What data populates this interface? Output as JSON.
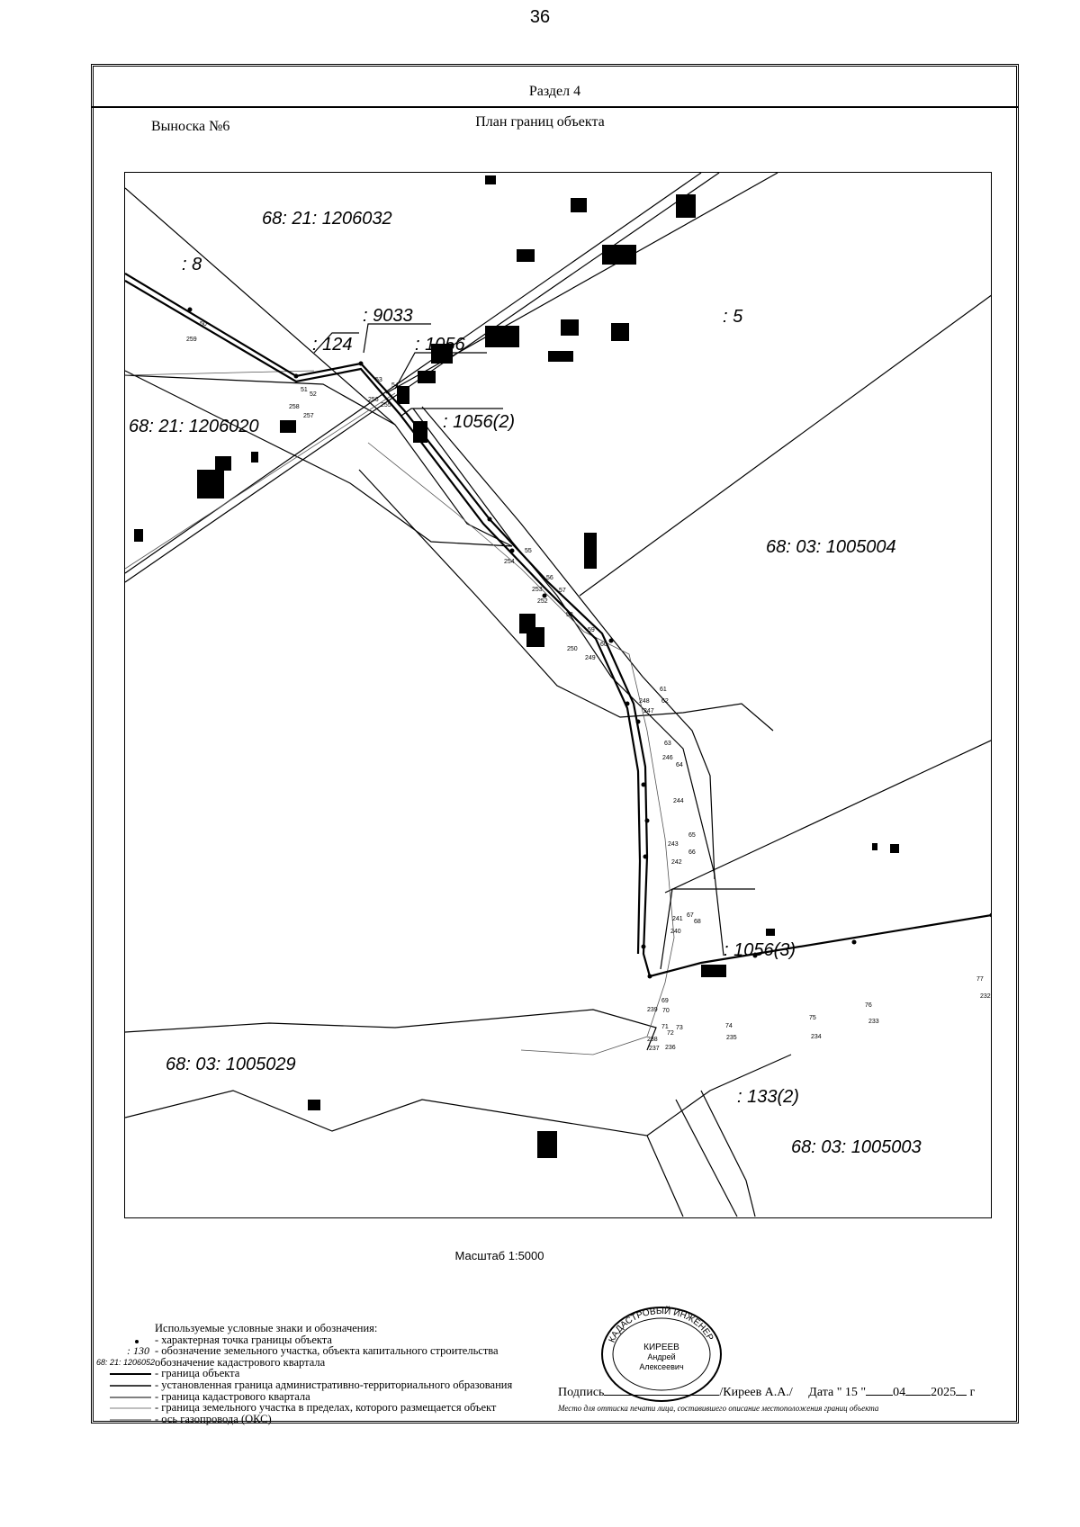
{
  "page_number": "36",
  "section_title": "Раздел 4",
  "callout_label": "Выноска №6",
  "plan_title": "План границ объекта",
  "map": {
    "parcel_labels": [
      {
        "text": "68: 21: 1206032"
      },
      {
        "text": ": 8"
      },
      {
        "text": ": 9033"
      },
      {
        "text": ": 124"
      },
      {
        "text": ": 1056"
      },
      {
        "text": ": 5"
      },
      {
        "text": ": 1056(2)"
      },
      {
        "text": "68: 21: 1206020"
      },
      {
        "text": "68: 03: 1005004"
      },
      {
        "text": ": 1056(3)"
      },
      {
        "text": "68: 03: 1005029"
      },
      {
        "text": ": 133(2)"
      },
      {
        "text": "68: 03: 1005003"
      }
    ],
    "point_labels": [
      "50",
      "259",
      "51",
      "52",
      "258",
      "257",
      "53",
      "54",
      "256",
      "255",
      "55",
      "254",
      "56",
      "253",
      "57",
      "252",
      "58",
      "59",
      "250",
      "60",
      "249",
      "61",
      "248",
      "62",
      "247",
      "63",
      "246",
      "64",
      "244",
      "65",
      "243",
      "66",
      "242",
      "67",
      "241",
      "68",
      "240",
      "69",
      "239",
      "70",
      "71",
      "72",
      "73",
      "74",
      "238",
      "237",
      "236",
      "235",
      "75",
      "234",
      "76",
      "233",
      "77",
      "232"
    ]
  },
  "scale_text": "Масштаб 1:5000",
  "legend": {
    "title": "Используемые условные знаки и обозначения:",
    "items": [
      {
        "symbol": "point",
        "text": "- характерная точка границы объекта"
      },
      {
        "symbol": ": 130",
        "text": "- обозначение земельного участка, объекта капитального строительства"
      },
      {
        "symbol": "68: 21: 1206052",
        "text": "обозначение кадастрового квартала"
      },
      {
        "symbol": "line",
        "text": "- граница объекта"
      },
      {
        "symbol": "line",
        "text": "- установленная граница административно-территориального образования"
      },
      {
        "symbol": "line",
        "text": "- граница кадастрового квартала"
      },
      {
        "symbol": "line",
        "text": "- граница земельного участка в пределах, которого размещается объект"
      },
      {
        "symbol": "line",
        "text": "- ось газопровода (ОКС)"
      }
    ]
  },
  "signature": {
    "label": "Подпись",
    "name": "/Киреев А.А./",
    "date_label": "Дата \" 15 \"",
    "month": "04",
    "year": "2025",
    "year_suffix": "г",
    "note": "Место для оттиска печати лица, составившего описание местоположения границ объекта"
  },
  "stamp": {
    "text_ring": "КАДАСТРОВЫЙ ИНЖЕНЕР",
    "name_line1": "КИРЕЕВ",
    "name_line2": "Андрей",
    "name_line3": "Алексеевич"
  }
}
